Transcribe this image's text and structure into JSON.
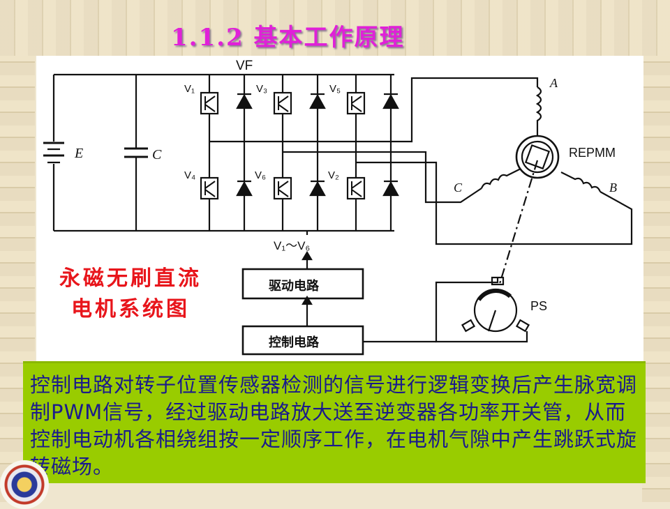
{
  "title": "1.1.2 基本工作原理",
  "diagram": {
    "vf": "VF",
    "e": "E",
    "c": "C",
    "switches": [
      "V₁",
      "V₃",
      "V₅",
      "V₄",
      "V₆",
      "V₂"
    ],
    "phase_a": "A",
    "phase_b": "B",
    "phase_c": "C",
    "motor": "REPMM",
    "sensor": "PS",
    "bus_label": "V₁～V₆",
    "drive_box": "驱动电路",
    "control_box": "控制电路"
  },
  "system_label": [
    "永磁无刷直流",
    "电机系统图"
  ],
  "caption": "控制电路对转子位置传感器检测的信号进行逻辑变换后产生脉宽调制PWM信号，经过驱动电路放大送至逆变器各功率开关管，从而控制电动机各相绕组按一定顺序工作，在电机气隙中产生跳跃式旋转磁场。"
}
